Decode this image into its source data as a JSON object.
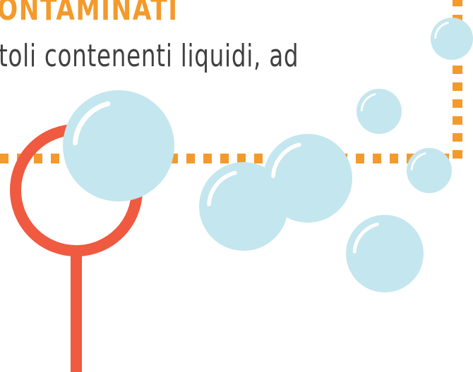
{
  "heading": {
    "text": "ONTAMINATI"
  },
  "subline": {
    "text": "toli contenenti liquidi, ad"
  },
  "colors": {
    "heading": "#f39a2b",
    "body_text": "#404040",
    "dashed_line": "#f39a2b",
    "ring": "#ef5a40",
    "bubble_fill": "#c4e6ee",
    "bubble_highlight": "#ffffff",
    "background": "#ffffff"
  },
  "graphics": {
    "dashed_line": {
      "style": "dashed"
    },
    "ring": {
      "shape": "ring-on-stem"
    },
    "bubbles": {
      "count": 7,
      "icon": "bubble-icon"
    }
  }
}
